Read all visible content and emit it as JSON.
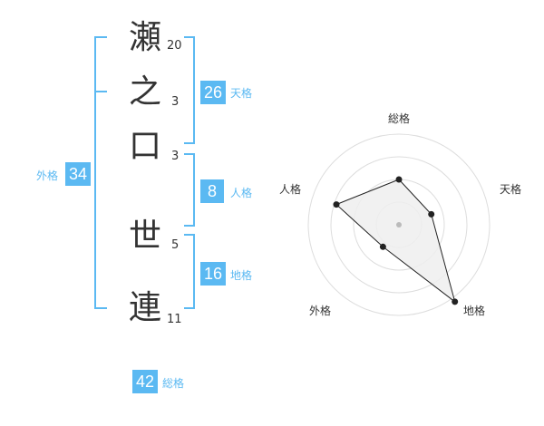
{
  "name_chars": [
    {
      "char": "瀬",
      "strokes": "20"
    },
    {
      "char": "之",
      "strokes": "3"
    },
    {
      "char": "口",
      "strokes": "3"
    },
    {
      "char": "世",
      "strokes": "5"
    },
    {
      "char": "連",
      "strokes": "11"
    }
  ],
  "kakusu": {
    "tenkaku": {
      "value": "26",
      "label": "天格"
    },
    "jinkaku": {
      "value": "8",
      "label": "人格"
    },
    "chikaku": {
      "value": "16",
      "label": "地格"
    },
    "gaikaku": {
      "value": "34",
      "label": "外格"
    },
    "soukaku": {
      "value": "42",
      "label": "総格"
    }
  },
  "colors": {
    "accent": "#5bb9f2",
    "text": "#333333",
    "ring": "#dddddd",
    "fill": "#eeeeee"
  },
  "chart_data": {
    "type": "radar",
    "axes": [
      "総格",
      "天格",
      "地格",
      "外格",
      "人格"
    ],
    "rings": 4,
    "values": [
      2.0,
      1.5,
      4.2,
      1.2,
      2.9
    ],
    "max": 4.2
  }
}
